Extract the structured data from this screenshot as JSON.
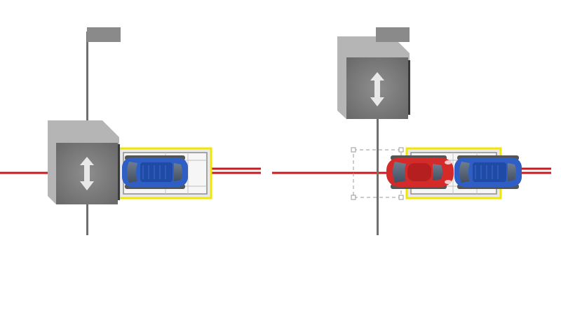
{
  "diagram": {
    "panels": [
      {
        "id": "left",
        "lift_state": "lowered",
        "lift_icon": "up-down-arrow-icon",
        "cars": [
          {
            "color_name": "blue",
            "color": "#2f5fc4"
          }
        ]
      },
      {
        "id": "right",
        "lift_state": "raised",
        "lift_icon": "up-down-arrow-icon",
        "cars": [
          {
            "color_name": "red",
            "color": "#d42a2a"
          },
          {
            "color_name": "blue",
            "color": "#2f5fc4"
          }
        ],
        "selection_box": true
      }
    ],
    "colors": {
      "rail": "#c8191f",
      "platform_outline": "#f2e600",
      "lift_box": "#7f7f7f",
      "lift_box_side": "#b5b5b5",
      "pole": "#6f6f6f",
      "flag": "#8a8a8a",
      "selection": "#9a9a9a"
    }
  }
}
